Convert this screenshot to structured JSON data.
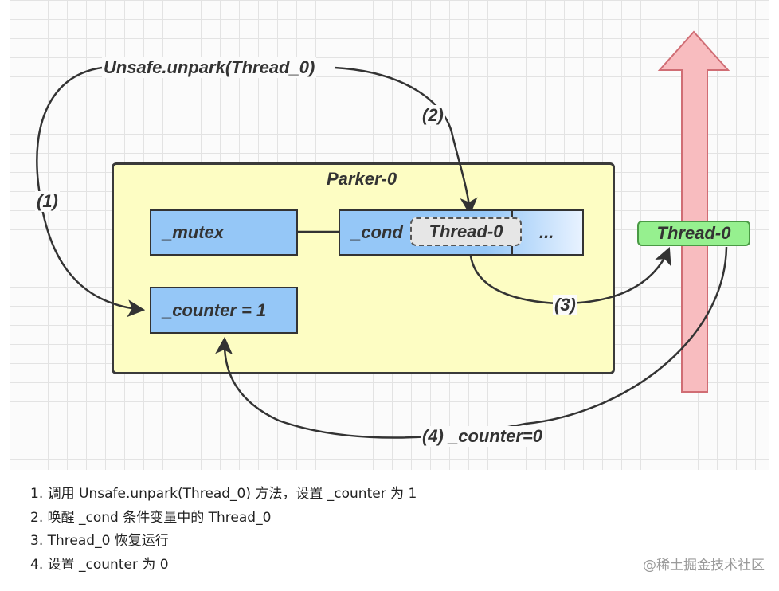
{
  "diagram": {
    "top_label": "Unsafe.unpark(Thread_0)",
    "parker_title": "Parker-0",
    "mutex": "_mutex",
    "cond": "_cond",
    "cond_thread": "Thread-0",
    "cond_more": "...",
    "counter": "_counter = 1",
    "thread_running": "Thread-0",
    "step1": "(1)",
    "step2": "(2)",
    "step3": "(3)",
    "step4": "(4) _counter=0"
  },
  "notes": [
    "1. 调用 Unsafe.unpark(Thread_0) 方法，设置 _counter 为 1",
    "2. 唤醒 _cond 条件变量中的 Thread_0",
    "3. Thread_0 恢复运行",
    "4. 设置 _counter 为 0"
  ],
  "watermark": "@稀土掘金技术社区",
  "colors": {
    "parker_bg": "#fdfdc3",
    "box_blue": "#95c7f7",
    "thread_green": "#96f08f",
    "arrow_pink": "#f8bcbf"
  }
}
